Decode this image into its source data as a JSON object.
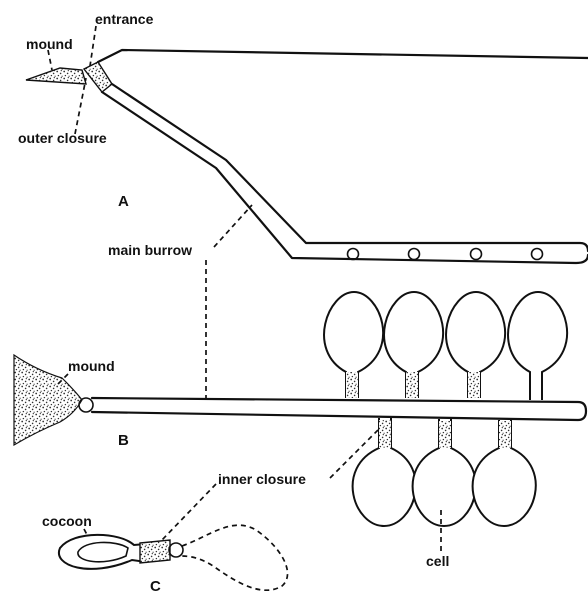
{
  "labels": {
    "entrance": "entrance",
    "mound_a": "mound",
    "outer_closure": "outer closure",
    "a": "A",
    "main_burrow": "main burrow",
    "mound_b": "mound",
    "b": "B",
    "inner_closure": "inner closure",
    "cocoon": "cocoon",
    "cell": "cell",
    "c": "C"
  }
}
